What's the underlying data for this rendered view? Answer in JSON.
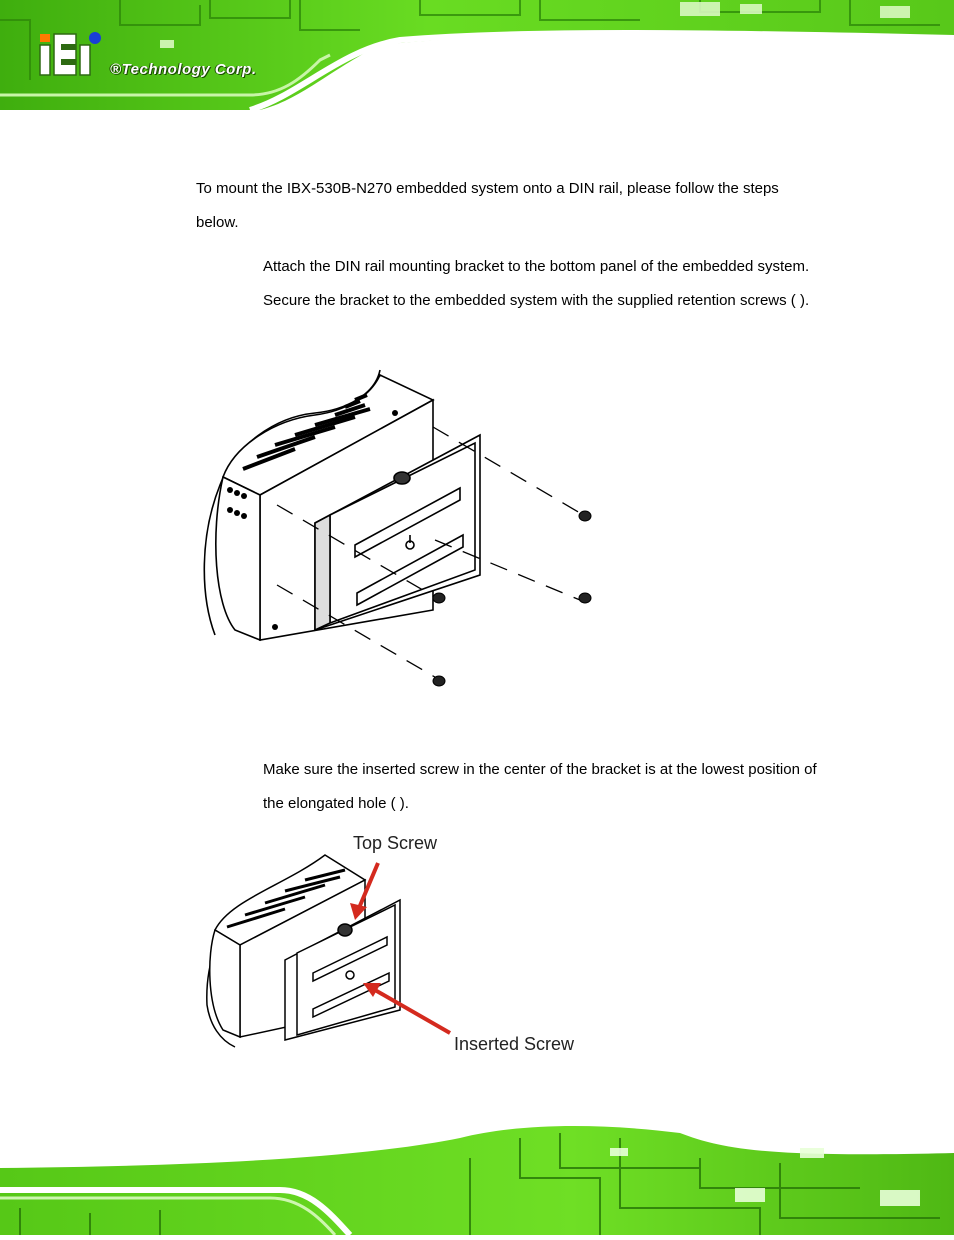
{
  "header": {
    "brand_text": "®Technology Corp.",
    "logo_letters": "iEi"
  },
  "body": {
    "intro": "To mount the IBX-530B-N270 embedded system onto a DIN rail, please follow the steps below.",
    "step1_text": "Attach the DIN rail mounting bracket to the bottom panel of the embedded system. Secure the bracket to the embedded system with the supplied retention screws (                 ).",
    "step2_text": "Make sure the inserted screw in the center of the bracket is at the lowest position of the elongated hole (                 )."
  },
  "figure2": {
    "callout_top": "Top Screw",
    "callout_inserted": "Inserted Screw"
  },
  "colors": {
    "pcb_green": "#5fd21a",
    "pcb_dark": "#2f8a0a",
    "arrow_red": "#d42a1e"
  }
}
